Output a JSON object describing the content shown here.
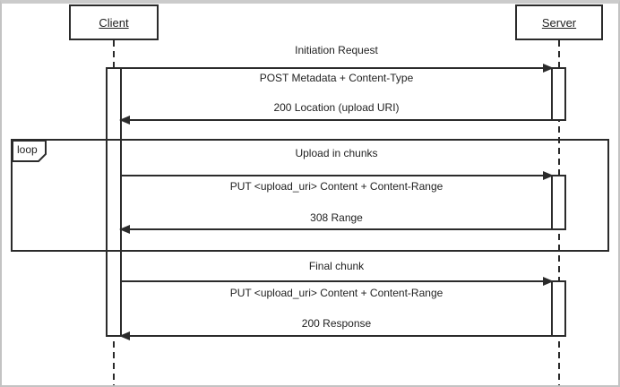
{
  "window": {
    "background_color": "#ffffff",
    "border_color": "#c3c3c3",
    "line_color": "#2b2b2b",
    "text_color": "#1f1f1f"
  },
  "actors": [
    {
      "label": "Client"
    },
    {
      "label": "Server"
    }
  ],
  "sections": [
    {
      "title": "Initiation Request",
      "request": "POST Metadata + Content-Type",
      "response": "200 Location (upload URI)"
    },
    {
      "title": "Upload in chunks",
      "request": "PUT <upload_uri> Content + Content-Range",
      "response": "308 Range"
    },
    {
      "title": "Final chunk",
      "request": "PUT <upload_uri> Content + Content-Range",
      "response": "200 Response"
    }
  ],
  "loop_fragment": {
    "operator": "loop"
  }
}
